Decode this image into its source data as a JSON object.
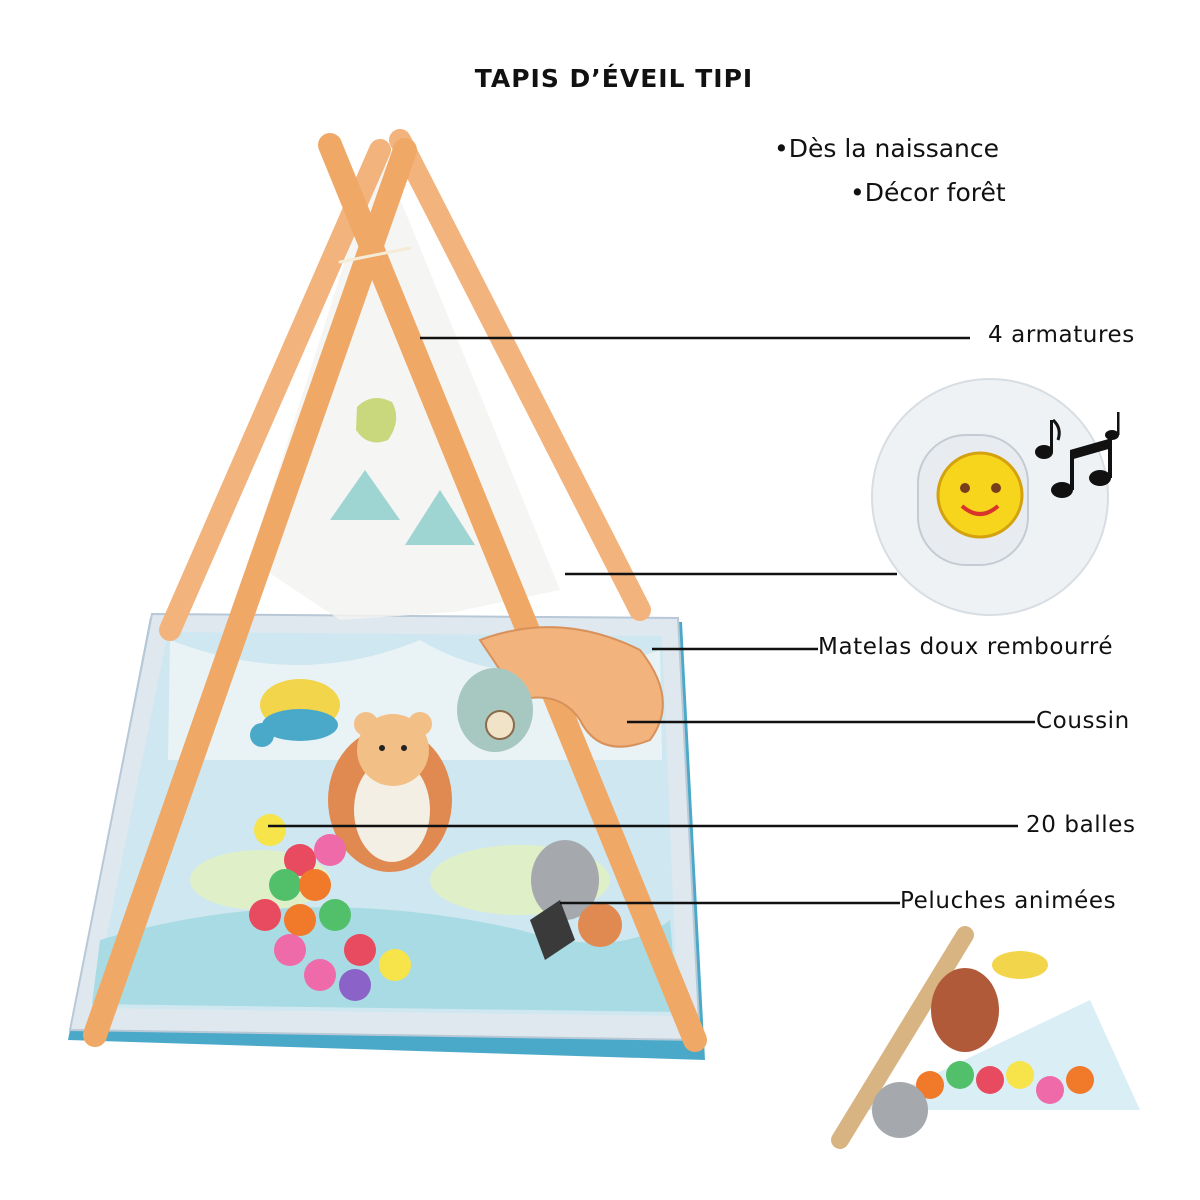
{
  "title": "TAPIS D’ÉVEIL TIPI",
  "bullets": [
    "•Dès la naissance",
    "•Décor forêt"
  ],
  "callouts": {
    "frames": "4 armatures",
    "mattress": "Matelas doux rembourré",
    "cushion": "Coussin",
    "balls": "20 balles",
    "plush": "Peluches animées"
  },
  "icons": {
    "music": "music-notes-icon",
    "smiley": "smiley-toy-icon"
  },
  "colors": {
    "pole": "#f2b37c",
    "mat_border": "#c9d9e6",
    "mat_inner": "#cfe7f0",
    "accent_blue": "#4aa9c9"
  }
}
